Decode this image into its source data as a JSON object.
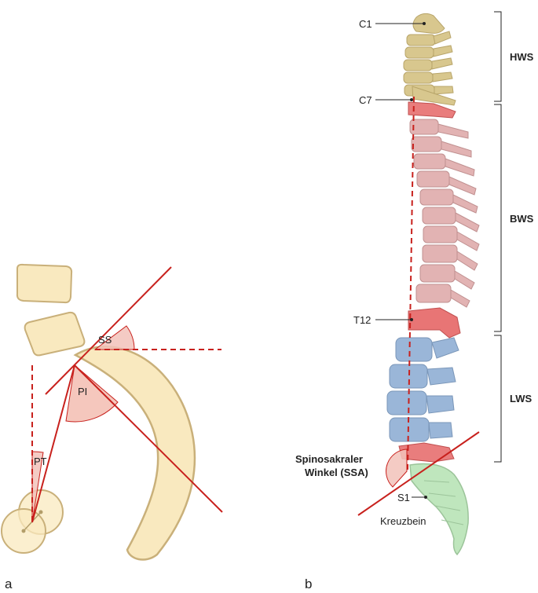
{
  "panel_a": {
    "panel_label": "a",
    "angle_labels": {
      "ss": "SS",
      "pi": "PI",
      "pt": "PT"
    }
  },
  "panel_b": {
    "panel_label": "b",
    "vertebra_labels": {
      "c1": "C1",
      "c7": "C7",
      "t12": "T12",
      "s1": "S1"
    },
    "region_labels": {
      "hws": "HWS",
      "bws": "BWS",
      "lws": "LWS"
    },
    "ssa_label_line1": "Spinosakraler",
    "ssa_label_line2": "Winkel (SSA)",
    "sacrum_label": "Kreuzbein"
  },
  "colors": {
    "bone": "#f9e9bf",
    "bone_stroke": "#c9b07a",
    "red_line": "#c8211d",
    "cervical": "#d8c78e",
    "thoracic": "#e2b3b3",
    "thoracic_accent": "#e45d5d",
    "lumbar": "#9ab6d8",
    "sacrum": "#bfe6bd",
    "angle_fill": "#f2c2ba"
  }
}
